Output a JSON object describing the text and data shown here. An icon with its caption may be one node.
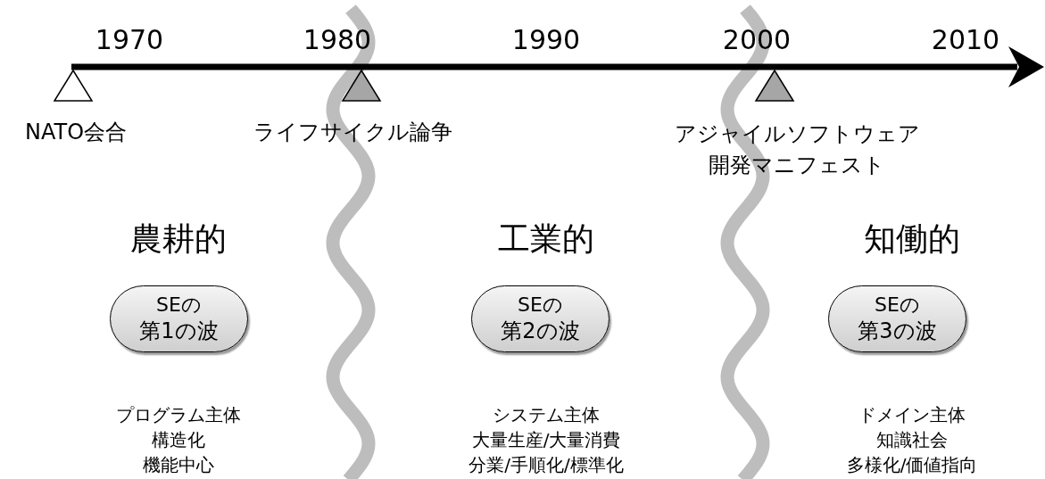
{
  "diagram": {
    "nodes": [
      {
        "text": [
          "SEの",
          "第1の波"
        ]
      },
      {
        "text": [
          "SEの",
          "第2の波"
        ]
      },
      {
        "text": [
          "SEの",
          "第3の波"
        ]
      }
    ],
    "labels": [
      "1970",
      "1980",
      "1990",
      "2000",
      "2010",
      "NATO会合",
      "ライフサイクル論争",
      "アジャイルソフトウェア開発マニフェスト",
      "農耕的",
      "工業的",
      "知働的",
      "プログラム主体",
      "構造化",
      "機能中心",
      "システム主体",
      "大量生産/大量消費",
      "分業/手順化/標準化",
      "ドメイン主体",
      "知識社会",
      "多様化/価値指向"
    ]
  }
}
